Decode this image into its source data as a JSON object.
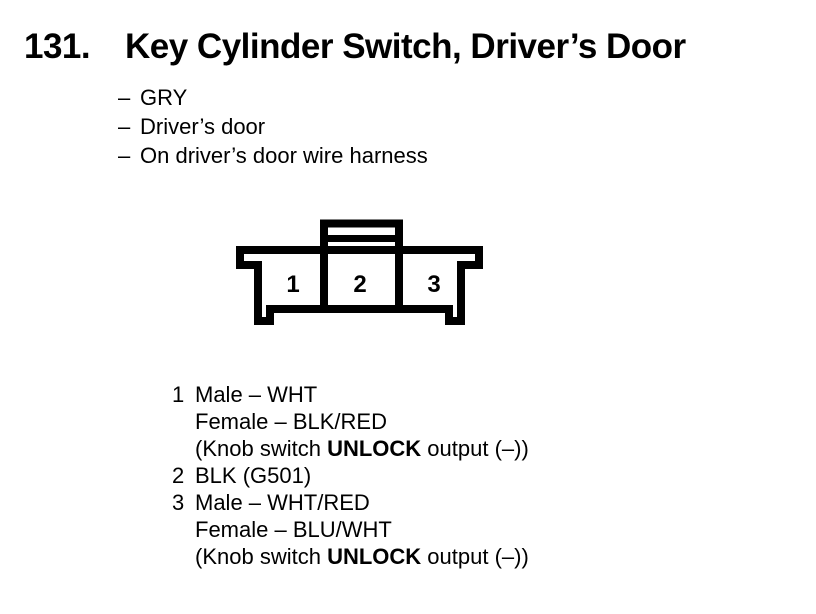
{
  "title": {
    "number": "131.",
    "text": "Key Cylinder Switch, Driver’s Door"
  },
  "specs": [
    {
      "dash": "–",
      "text": "GRY"
    },
    {
      "dash": "–",
      "text": "Driver’s door"
    },
    {
      "dash": "–",
      "text": "On driver’s door wire harness"
    }
  ],
  "connector": {
    "cavities": [
      "1",
      "2",
      "3"
    ]
  },
  "pins": [
    {
      "num": "1",
      "lines": [
        {
          "text": "Male – WHT"
        },
        {
          "text": "Female – BLK/RED"
        },
        {
          "prefix": "(Knob switch ",
          "bold": "UNLOCK",
          "suffix": " output (–))"
        }
      ]
    },
    {
      "num": "2",
      "lines": [
        {
          "text": "BLK (G501)"
        }
      ]
    },
    {
      "num": "3",
      "lines": [
        {
          "text": "Male – WHT/RED"
        },
        {
          "text": "Female – BLU/WHT"
        },
        {
          "prefix": "(Knob switch ",
          "bold": "UNLOCK",
          "suffix": " output (–))"
        }
      ]
    }
  ],
  "colors": {
    "ink": "#000000",
    "paper": "#ffffff"
  }
}
